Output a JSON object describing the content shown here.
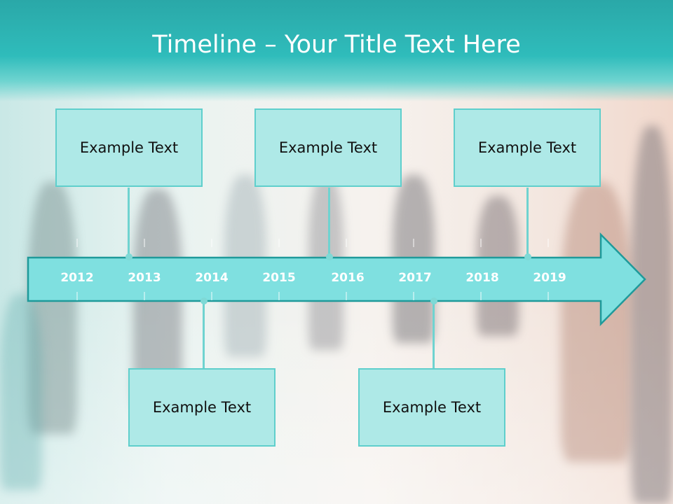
{
  "slide": {
    "title": "Timeline – Your Title Text Here"
  },
  "timeline": {
    "years": [
      "2012",
      "2013",
      "2014",
      "2015",
      "2016",
      "2017",
      "2018",
      "2019"
    ],
    "events": [
      {
        "text": "Example Text",
        "position": "above"
      },
      {
        "text": "Example Text",
        "position": "above"
      },
      {
        "text": "Example Text",
        "position": "above"
      },
      {
        "text": "Example Text",
        "position": "below"
      },
      {
        "text": "Example Text",
        "position": "below"
      }
    ]
  },
  "colors": {
    "header": "#2fbcbb",
    "arrow_fill": "#7fe0e0",
    "arrow_stroke": "#1f9a9a",
    "box_fill": "#aee9e7",
    "box_border": "#5fcfcc",
    "year_text": "#ffffff"
  }
}
